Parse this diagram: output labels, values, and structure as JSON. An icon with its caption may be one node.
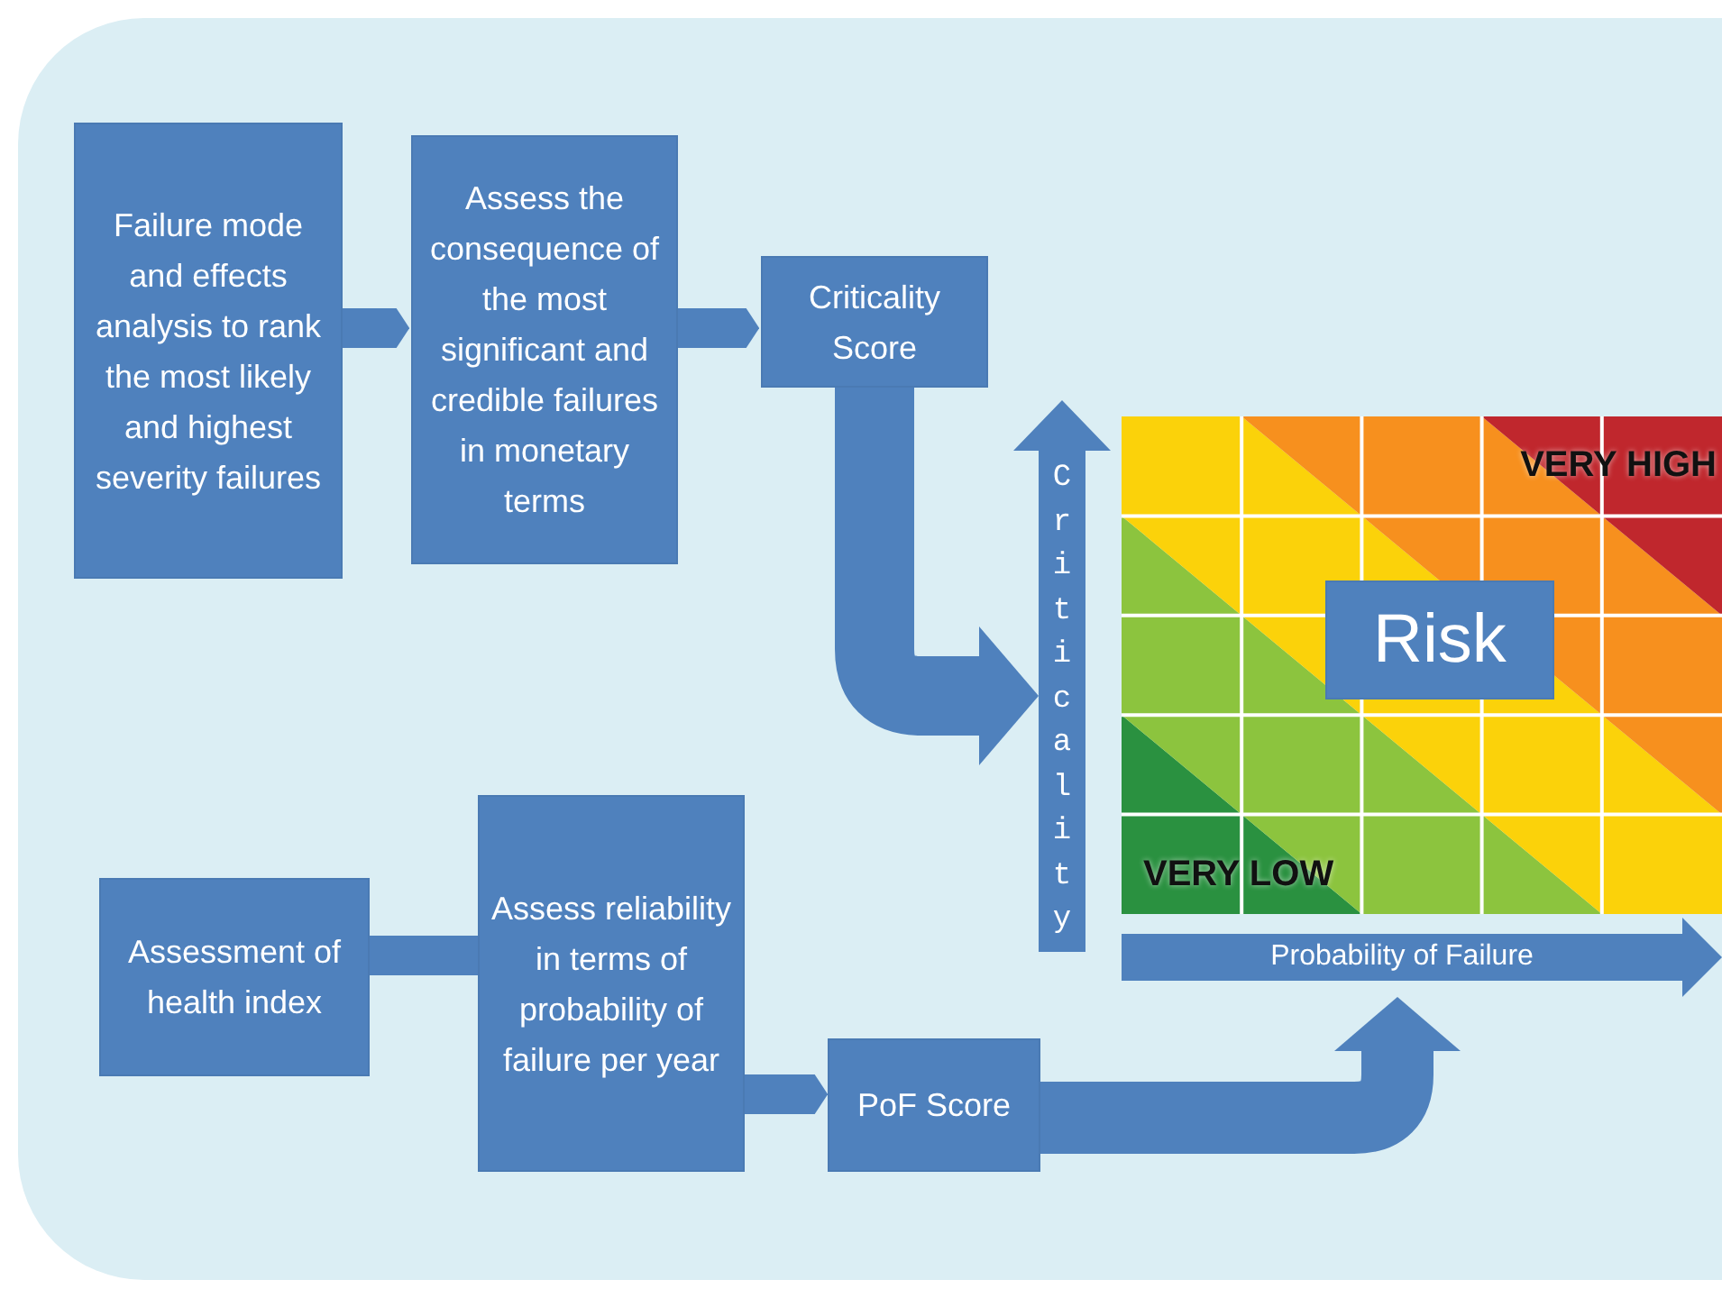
{
  "diagram": {
    "nodes": [
      {
        "text": [
          "Failure mode and effects analysis to rank the most likely and highest severity failures"
        ]
      },
      {
        "text": [
          "Assess the consequence of the most significant and credible failures in monetary terms"
        ]
      },
      {
        "text": [
          "Criticality Score"
        ]
      },
      {
        "text": [
          "Assessment of health index"
        ]
      },
      {
        "text": [
          "Assess reliability in terms of probability of failure per year"
        ]
      },
      {
        "text": [
          "PoF Score"
        ]
      },
      {
        "text": [
          "Criticality"
        ]
      },
      {
        "text": [
          "Probability of Failure"
        ]
      },
      {
        "text": [
          "VERY HIGH",
          "VERY LOW"
        ]
      },
      {
        "text": [
          "Risk"
        ],
        "in": 8
      }
    ],
    "edges": [
      {
        "from": 0,
        "to": 1,
        "arrow": "to"
      },
      {
        "from": 1,
        "to": 2,
        "arrow": "to"
      },
      {
        "from": 2,
        "to": 6,
        "arrow": "to",
        "style": "thick"
      },
      {
        "from": 3,
        "to": 4,
        "arrow": "none"
      },
      {
        "from": 4,
        "to": 5,
        "arrow": "to"
      },
      {
        "from": 5,
        "to": 7,
        "arrow": "to",
        "style": "thick"
      }
    ]
  }
}
